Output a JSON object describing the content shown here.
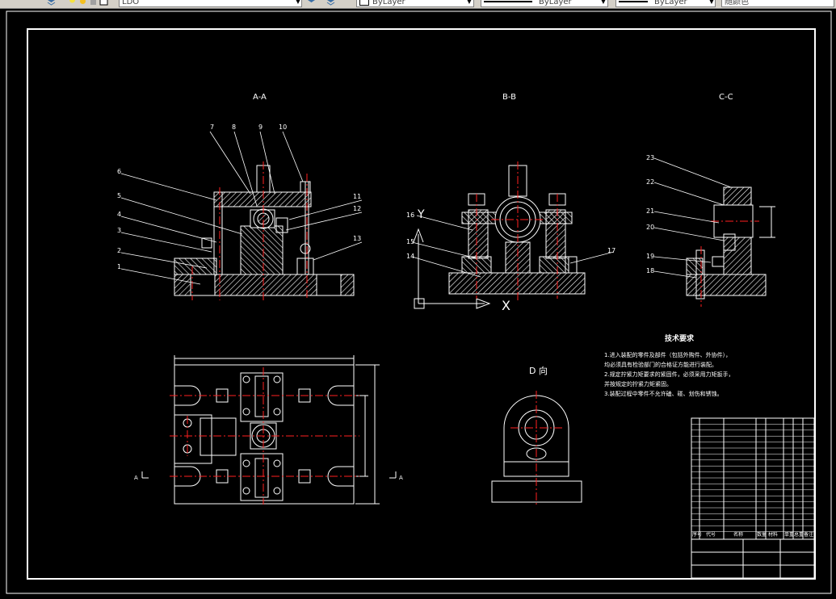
{
  "toolbar": {
    "layer_name": "LDO",
    "color_value": "ByLayer",
    "linetype_value": "ByLayer",
    "lineweight_value": "ByLayer",
    "plotstyle_value": "随颜色"
  },
  "views": {
    "aa_label": "A-A",
    "bb_label": "B-B",
    "cc_label": "C-C",
    "d_label": "D 向"
  },
  "balloons": {
    "aa": [
      "1",
      "2",
      "3",
      "4",
      "5",
      "6",
      "7",
      "8",
      "9",
      "10",
      "11",
      "12",
      "13"
    ],
    "bb": [
      "14",
      "15",
      "16",
      "17"
    ],
    "cc": [
      "18",
      "19",
      "20",
      "21",
      "22",
      "23"
    ]
  },
  "axes": {
    "x": "X",
    "y": "Y"
  },
  "section_marks": {
    "left": "A",
    "right": "A"
  },
  "tech_req": {
    "title": "技术要求",
    "lines": [
      "1.进入装配的零件及部件（包括外购件、外协件），",
      "均必须具有检验部门的合格证方能进行装配。",
      "2.规定拧紧力矩要求的紧固件，必须采用力矩扳手，",
      "并按规定的拧紧力矩紧固。",
      "3.装配过程中零件不允许磕、碰、划伤和锈蚀。"
    ]
  },
  "title_block": {
    "headers": [
      "序号",
      "代号",
      "名称",
      "数量",
      "材料",
      "单重",
      "总重",
      "备注"
    ]
  },
  "colors": {
    "background": "#000000",
    "geometry": "#ffffff",
    "centerline": "#ff2020",
    "hatch": "#ffffff"
  }
}
